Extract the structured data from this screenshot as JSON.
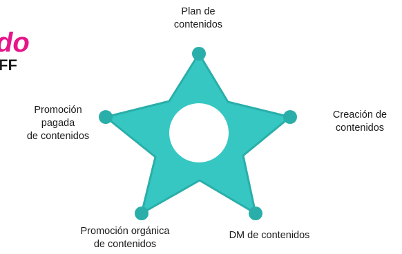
{
  "brand": {
    "word_fragment": "do",
    "sub_fragment": "FF"
  },
  "colors": {
    "star_fill": "#36c7c2",
    "star_edge": "#2aaea9",
    "center_circle": "#ffffff",
    "brand_pink": "#e6168a"
  },
  "diagram": {
    "center_icon": "circle",
    "nodes": [
      {
        "id": "plan",
        "lines": [
          "Plan de",
          "contenidos"
        ]
      },
      {
        "id": "creacion",
        "lines": [
          "Creación de",
          "contenidos"
        ]
      },
      {
        "id": "dm",
        "lines": [
          "DM de contenidos"
        ]
      },
      {
        "id": "organica",
        "lines": [
          "Promoción orgánica",
          "de contenidos"
        ]
      },
      {
        "id": "pagada",
        "lines": [
          "Promoción",
          "pagada",
          "de contenidos"
        ]
      }
    ]
  }
}
